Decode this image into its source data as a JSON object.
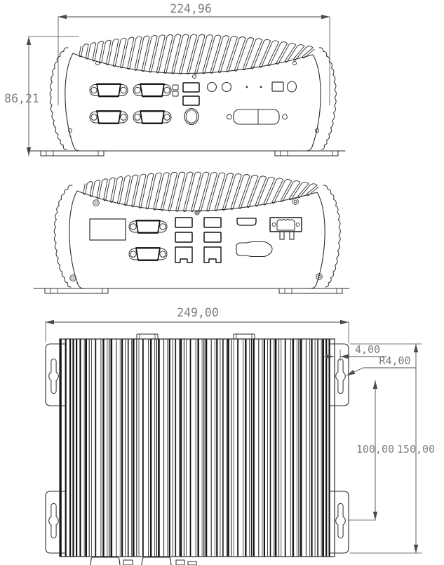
{
  "drawing_labels": {
    "front_width": "224,96",
    "front_height": "86,21",
    "top_width": "249,00",
    "top_edge_offset": "4,00",
    "top_slot_radius": "R4,00",
    "top_mount_span": "100,00",
    "top_depth": "150,00"
  },
  "colors": {
    "background": "#ffffff",
    "outline": "#2b2b2b",
    "bold_outline": "#101010",
    "fin": "#161616",
    "dimension_line": "#4a4a4a",
    "dimension_text": "#7e7e7e"
  }
}
